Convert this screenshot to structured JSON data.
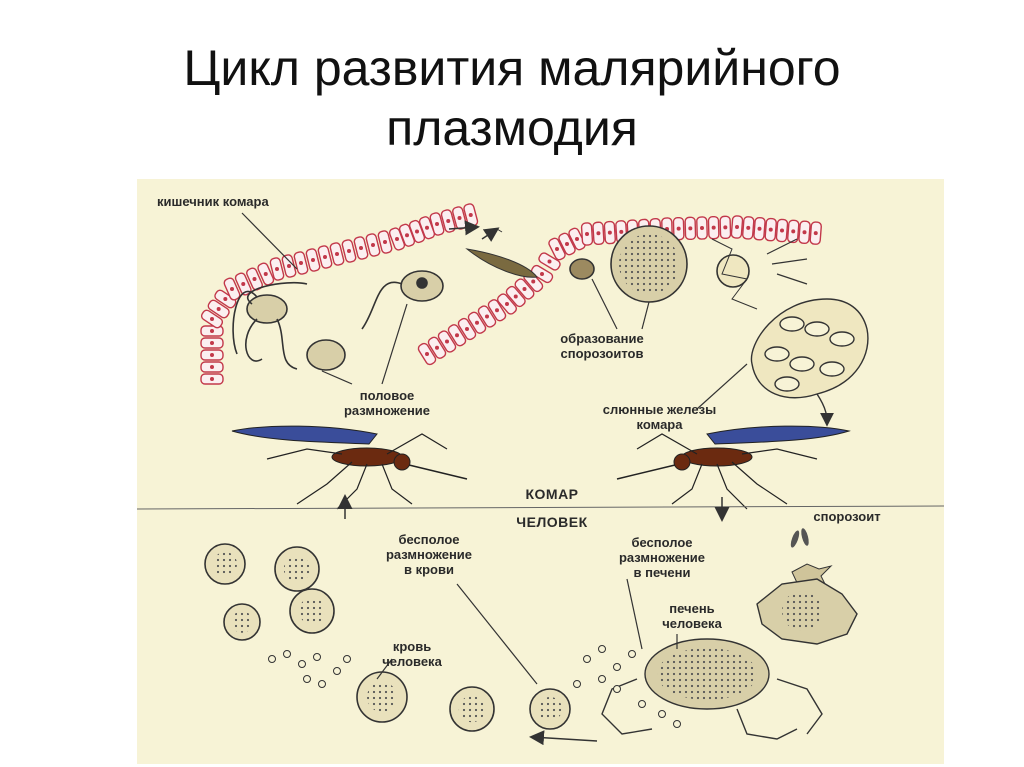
{
  "slide": {
    "title_line1": "Цикл развития малярийного",
    "title_line2": "плазмодия"
  },
  "diagram": {
    "labels": {
      "mosquito_gut": "кишечник комара",
      "sexual_reproduction_1": "половое",
      "sexual_reproduction_2": "размножение",
      "sporozoite_formation_1": "образование",
      "sporozoite_formation_2": "спорозоитов",
      "salivary_glands_1": "слюнные железы",
      "salivary_glands_2": "комара",
      "mosquito": "КОМАР",
      "human": "ЧЕЛОВЕК",
      "sporozoite": "спорозоит",
      "asexual_blood_1": "бесполое",
      "asexual_blood_2": "размножение",
      "asexual_blood_3": "в крови",
      "asexual_liver_1": "бесполое",
      "asexual_liver_2": "размножение",
      "asexual_liver_3": "в печени",
      "human_blood_1": "кровь",
      "human_blood_2": "человека",
      "human_liver_1": "печень",
      "human_liver_2": "человека"
    },
    "colors": {
      "background": "#f7f3d6",
      "gut_cells": "#c2384a",
      "ink": "#3a3a3a",
      "mosquito_body": "#6b2a10",
      "wing": "#3a4d9a"
    }
  }
}
